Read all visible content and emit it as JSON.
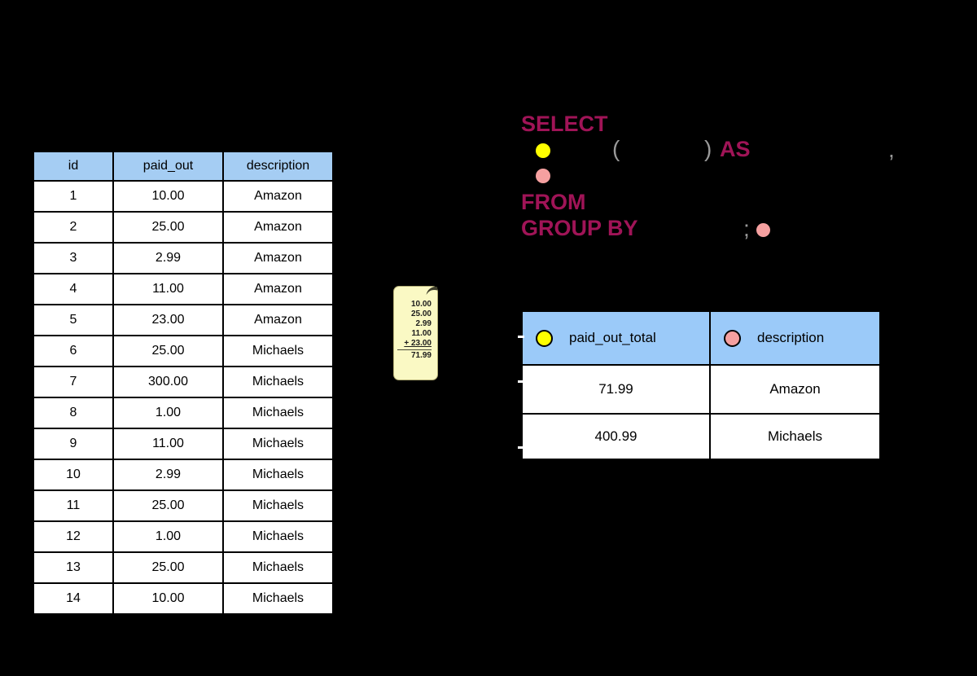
{
  "palette": {
    "background": "#000000",
    "keyword_magenta": "#A01457",
    "punctuation_gray": "#999999",
    "source_header_blue": "#A5CDF3",
    "result_header_blue": "#9BCAF9",
    "dot_yellow": "#FFFF00",
    "dot_pink": "#F5A0A0",
    "note_yellow": "#FAF9C4"
  },
  "query": {
    "select_keyword": "SELECT",
    "open_paren": "(",
    "close_paren": ")",
    "as_keyword": "AS",
    "comma": ",",
    "from_keyword": "FROM",
    "group_by_keyword": "GROUP BY",
    "semicolon": ";"
  },
  "source_table": {
    "headers": [
      "id",
      "paid_out",
      "description"
    ],
    "rows": [
      [
        "1",
        "10.00",
        "Amazon"
      ],
      [
        "2",
        "25.00",
        "Amazon"
      ],
      [
        "3",
        "2.99",
        "Amazon"
      ],
      [
        "4",
        "11.00",
        "Amazon"
      ],
      [
        "5",
        "23.00",
        "Amazon"
      ],
      [
        "6",
        "25.00",
        "Michaels"
      ],
      [
        "7",
        "300.00",
        "Michaels"
      ],
      [
        "8",
        "1.00",
        "Michaels"
      ],
      [
        "9",
        "11.00",
        "Michaels"
      ],
      [
        "10",
        "2.99",
        "Michaels"
      ],
      [
        "11",
        "25.00",
        "Michaels"
      ],
      [
        "12",
        "1.00",
        "Michaels"
      ],
      [
        "13",
        "25.00",
        "Michaels"
      ],
      [
        "14",
        "10.00",
        "Michaels"
      ]
    ]
  },
  "sticky_note": {
    "addends": [
      "10.00",
      "25.00",
      "2.99",
      "11.00",
      "+ 23.00"
    ],
    "total": "71.99"
  },
  "result_table": {
    "columns": [
      {
        "label": "paid_out_total"
      },
      {
        "label": "description"
      }
    ],
    "rows": [
      [
        "71.99",
        "Amazon"
      ],
      [
        "400.99",
        "Michaels"
      ]
    ]
  }
}
